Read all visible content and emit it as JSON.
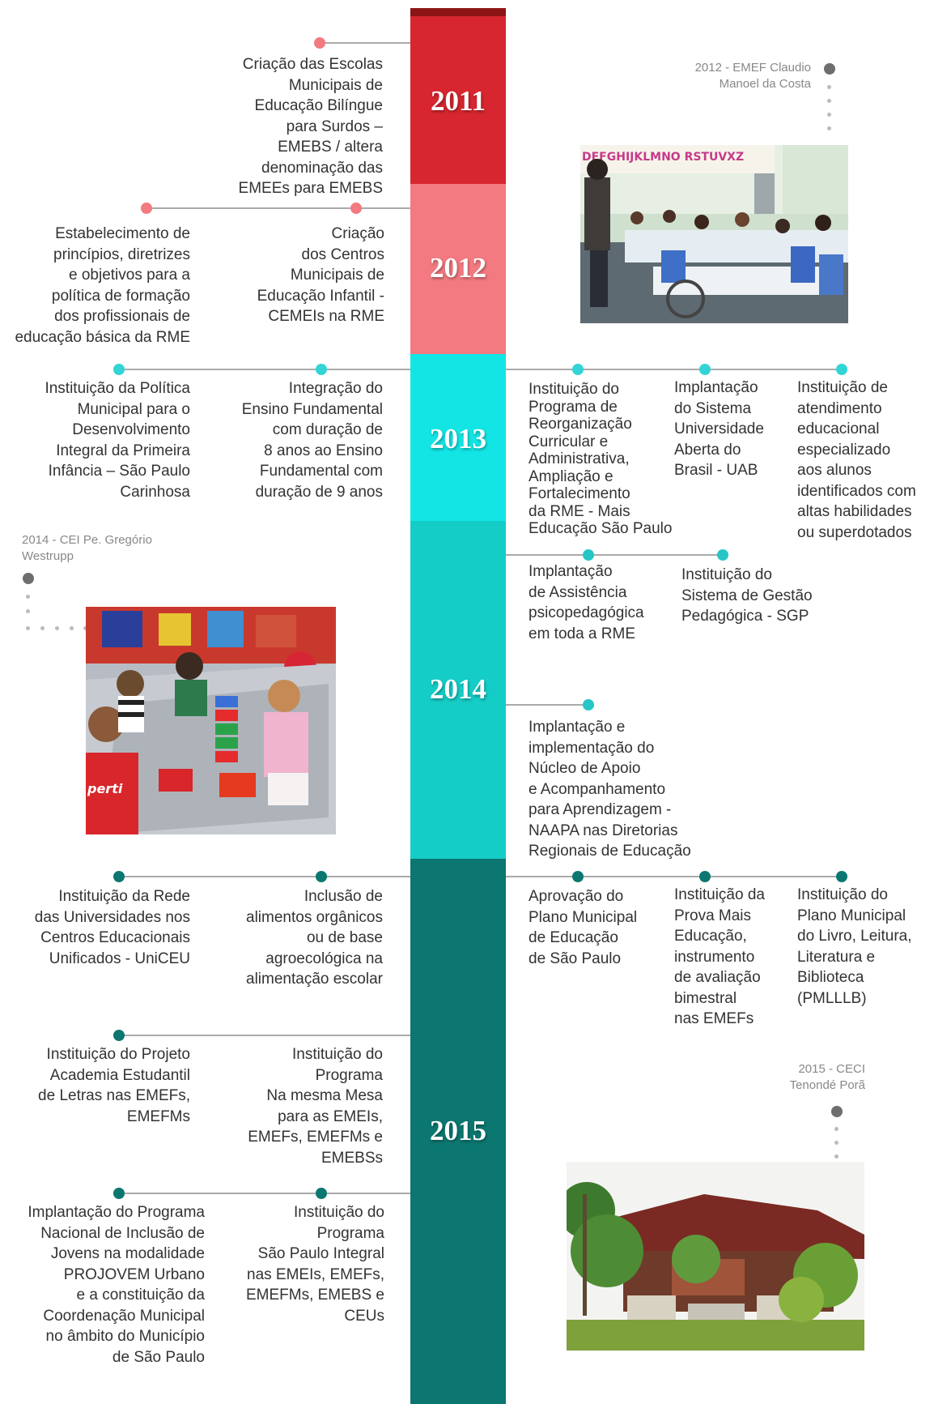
{
  "colors": {
    "y2011": "#d7262f",
    "y2012": "#f27a80",
    "y2013": "#13e5e5",
    "y2014": "#15cdc7",
    "y2015": "#0b7770",
    "topbar": "#8d1414",
    "connector": "#aaaaaa"
  },
  "years": {
    "y2011": "2011",
    "y2012": "2012",
    "y2013": "2013",
    "y2014": "2014",
    "y2015": "2015"
  },
  "events": {
    "e2011": "Criação das Escolas\nMunicipais de\nEducação Bilíngue\npara Surdos –\nEMEBS / altera\ndenominação das\nEMEEs para EMEBS",
    "e2012a": "Estabelecimento de\nprincípios, diretrizes\ne objetivos para a\npolítica de formação\ndos profissionais de\neducação básica da RME",
    "e2012b": "Criação\ndos Centros\nMunicipais de\nEducação Infantil -\nCEMEIs na RME",
    "e2013a": "Instituição da Política\nMunicipal para o\nDesenvolvimento\nIntegral da Primeira\nInfância – São Paulo\nCarinhosa",
    "e2013b": "Integração do\nEnsino Fundamental\ncom duração de\n8 anos ao Ensino\nFundamental com\nduração de 9 anos",
    "e2013c": "Instituição do\nPrograma de\nReorganização\nCurricular e\nAdministrativa,\nAmpliação e\nFortalecimento\nda RME - Mais\nEducação São Paulo",
    "e2013d": "Implantação\ndo Sistema\nUniversidade\nAberta do\nBrasil - UAB",
    "e2013e": "Instituição de\natendimento\neducacional\nespecializado\naos alunos\nidentificados com\naltas habilidades\nou superdotados",
    "e2014a": "Implantação\nde Assistência\npsicopedagógica\nem toda a RME",
    "e2014b": "Instituição do\nSistema de  Gestão\nPedagógica - SGP",
    "e2014c": "Implantação e\nimplementação do\nNúcleo de Apoio\ne Acompanhamento\npara Aprendizagem -\nNAAPA nas Diretorias\nRegionais de Educação",
    "e2015a": "Instituição da Rede\ndas Universidades nos\nCentros Educacionais\nUnificados - UniCEU",
    "e2015b": "Inclusão de\nalimentos orgânicos\nou de base\nagroecológica na\nalimentação escolar",
    "e2015c": "Aprovação do\nPlano Municipal\nde Educação\nde São Paulo",
    "e2015d": "Instituição da\nProva Mais\nEducação,\ninstrumento\nde avaliação\nbimestral\nnas EMEFs",
    "e2015e": "Instituição do\nPlano Municipal\ndo Livro, Leitura,\nLiteratura e\nBiblioteca\n(PMLLLB)",
    "e2015f": "Instituição do Projeto\nAcademia Estudantil\nde Letras nas EMEFs,\nEMEFMs",
    "e2015g": "Instituição do\nPrograma\nNa mesma Mesa\npara as EMEIs,\nEMEFs, EMEFMs e\nEMEBSs",
    "e2015h": "Implantação do Programa\nNacional de Inclusão de\nJovens na modalidade\nPROJOVEM Urbano\ne a constituição da\nCoordenação Municipal\nno âmbito do Município\nde São Paulo",
    "e2015i": "Instituição do\nPrograma\nSão Paulo Integral\nnas EMEIs, EMEFs,\nEMEFMs,  EMEBS e\nCEUs"
  },
  "photos": {
    "p2012": "2012 - EMEF Claudio\nManoel da Costa",
    "p2014": "2014 - CEI Pe. Gregório\nWestrupp",
    "p2015": "2015 - CECI\nTenondé Porã",
    "blackboard_letters": "DEFGHIJKLMNO RSTUVXZ",
    "shirt_text": "perti"
  }
}
